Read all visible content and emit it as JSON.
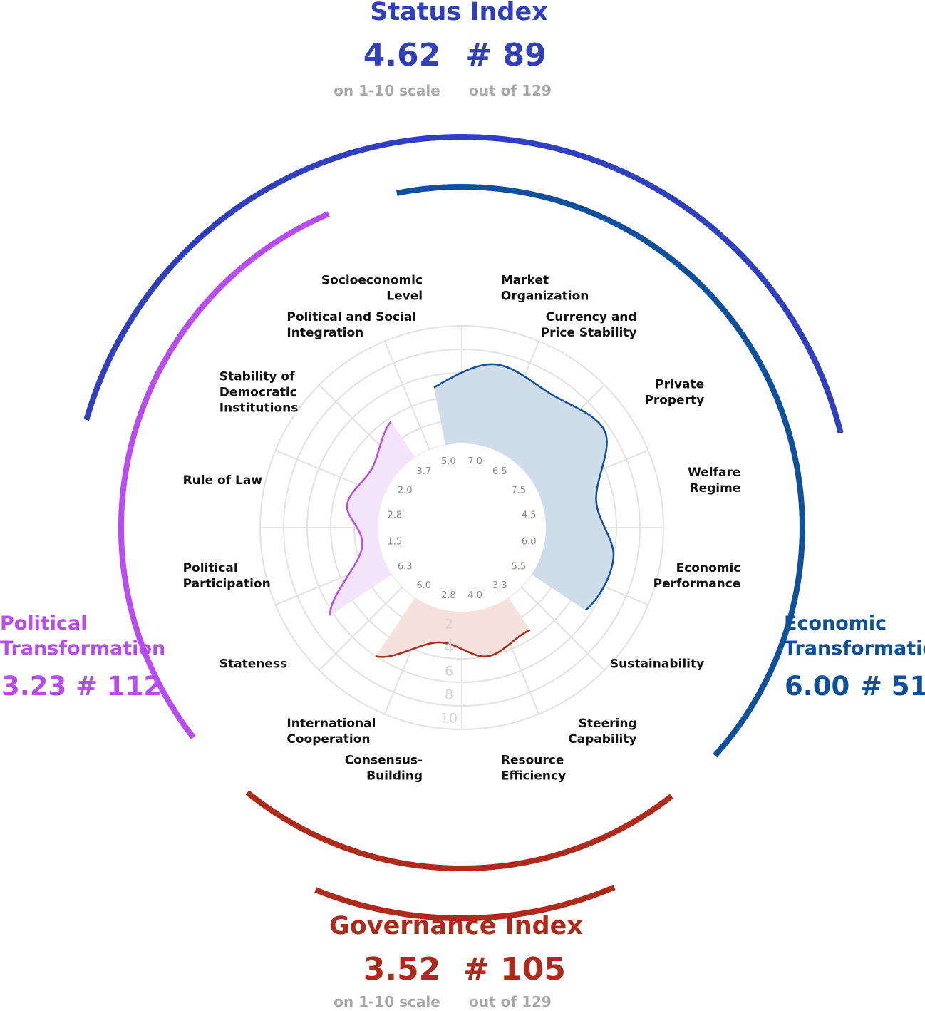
{
  "colors": {
    "status": "#2f3fc0",
    "economic": "#0e4f9e",
    "political": "#b84cf0",
    "governance": "#b02a1c",
    "grid": "#e2e2e2",
    "fill_economic": "#cfdcea",
    "fill_political": "#f3e3fb",
    "fill_governance": "#f6e1dc",
    "value_text": "#8a8a8a",
    "tick_text": "#d4d4d4"
  },
  "status_index": {
    "title": "Status Index",
    "score": "4.62",
    "rank": "# 89",
    "score_note": "on 1-10 scale",
    "rank_note": "out of 129"
  },
  "governance_index": {
    "title": "Governance Index",
    "score": "3.52",
    "rank": "# 105",
    "score_note": "on 1-10 scale",
    "rank_note": "out of 129"
  },
  "political_transformation": {
    "title_lines": [
      "Political",
      "Transformation"
    ],
    "score": "3.23",
    "rank": "# 112"
  },
  "economic_transformation": {
    "title_lines": [
      "Economic",
      "Transformation"
    ],
    "score": "6.00",
    "rank": "# 51"
  },
  "chart_data": {
    "type": "radar",
    "scale_ticks": [
      "2",
      "4",
      "6",
      "8",
      "10"
    ],
    "r_range": [
      0,
      10
    ],
    "grid": true,
    "categories": [
      {
        "lines": [
          "Market",
          "Organization"
        ],
        "value": 7.0,
        "group": "economic"
      },
      {
        "lines": [
          "Currency and",
          "Price Stability"
        ],
        "value": 6.5,
        "group": "economic"
      },
      {
        "lines": [
          "Private",
          "Property"
        ],
        "value": 7.5,
        "group": "economic"
      },
      {
        "lines": [
          "Welfare",
          "Regime"
        ],
        "value": 4.5,
        "group": "economic"
      },
      {
        "lines": [
          "Economic",
          "Performance"
        ],
        "value": 6.0,
        "group": "economic"
      },
      {
        "lines": [
          "Sustainability"
        ],
        "value": 5.5,
        "group": "economic"
      },
      {
        "lines": [
          "Steering",
          "Capability"
        ],
        "value": 3.3,
        "group": "governance"
      },
      {
        "lines": [
          "Resource",
          "Efficiency"
        ],
        "value": 4.0,
        "group": "governance"
      },
      {
        "lines": [
          "Consensus-",
          "Building"
        ],
        "value": 2.8,
        "group": "governance"
      },
      {
        "lines": [
          "International",
          "Cooperation"
        ],
        "value": 6.0,
        "group": "governance"
      },
      {
        "lines": [
          "Stateness"
        ],
        "value": 6.3,
        "group": "political"
      },
      {
        "lines": [
          "Political",
          "Participation"
        ],
        "value": 1.5,
        "group": "political"
      },
      {
        "lines": [
          "Rule of Law"
        ],
        "value": 2.8,
        "group": "political"
      },
      {
        "lines": [
          "Stability of",
          "Democratic",
          "Institutions"
        ],
        "value": 2.0,
        "group": "political"
      },
      {
        "lines": [
          "Political and Social",
          "Integration"
        ],
        "value": 3.7,
        "group": "political"
      },
      {
        "lines": [
          "Socioeconomic",
          "Level"
        ],
        "value": 5.0,
        "group": "economic"
      }
    ]
  }
}
